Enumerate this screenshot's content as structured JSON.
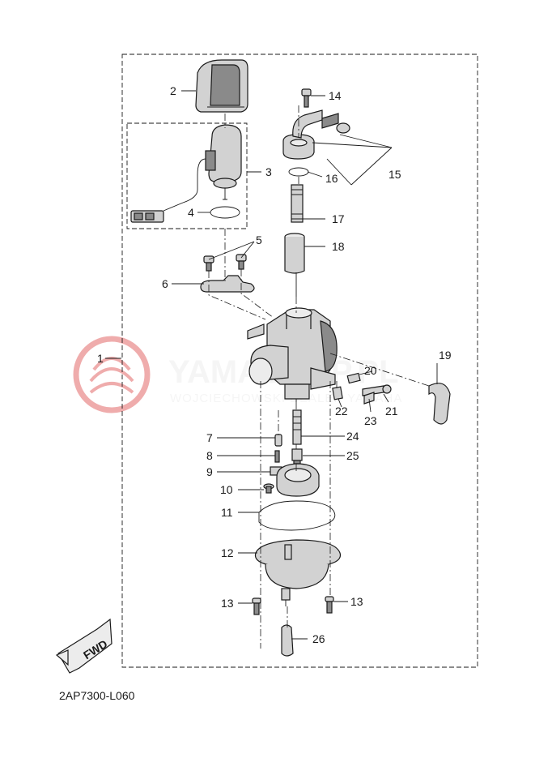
{
  "watermark": {
    "brand": "YAMASHOP.PL",
    "tagline": "WOJCIECHOWSKI DEALER YAMAHA"
  },
  "fwd_label": "FWD",
  "diagram_code": "2AP7300-L060",
  "callouts": {
    "c1": "1",
    "c2": "2",
    "c3": "3",
    "c4": "4",
    "c5": "5",
    "c6": "6",
    "c7": "7",
    "c8": "8",
    "c9": "9",
    "c10": "10",
    "c11": "11",
    "c12": "12",
    "c13a": "13",
    "c13b": "13",
    "c14": "14",
    "c15": "15",
    "c16": "16",
    "c17": "17",
    "c18": "18",
    "c19": "19",
    "c20": "20",
    "c21": "21",
    "c22": "22",
    "c23": "23",
    "c24": "24",
    "c25": "25",
    "c26": "26"
  },
  "colors": {
    "watermark_red": "#e26a6a",
    "ink": "#1a1a1a",
    "part_fill": "#d2d2d2"
  }
}
